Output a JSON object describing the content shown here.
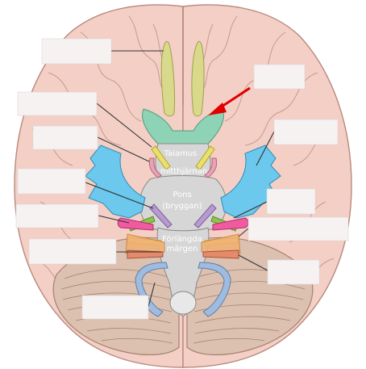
{
  "question_mark": "?",
  "regions": {
    "thalamus": "Talamus",
    "midbrain": "mitthjärnan",
    "pons": "Pons",
    "pons_alt": "(bryggan)",
    "medulla_1": "Förlängda",
    "medulla_2": "märgen"
  },
  "label_boxes": [
    {
      "id": "box-1",
      "text": ""
    },
    {
      "id": "box-2",
      "text": ""
    },
    {
      "id": "box-3",
      "text": ""
    },
    {
      "id": "box-4",
      "text": ""
    },
    {
      "id": "box-5",
      "text": ""
    },
    {
      "id": "box-6",
      "text": ""
    },
    {
      "id": "box-7",
      "text": ""
    },
    {
      "id": "box-8",
      "text": ""
    },
    {
      "id": "box-9",
      "text": ""
    },
    {
      "id": "box-10",
      "text": ""
    },
    {
      "id": "box-11",
      "text": ""
    },
    {
      "id": "box-12",
      "text": ""
    }
  ],
  "colors": {
    "brain": "#f3cfc5",
    "brain_stroke": "#b9897f",
    "olfactory": "#d8d98a",
    "optic": "#8fd3b6",
    "oculomotor": "#e9e06e",
    "trochlear": "#e8a3b6",
    "trigeminal": "#6cc8ec",
    "abducens": "#b79ad0",
    "facial": "#8cc34a",
    "vestibulocochlear": "#f05aa0",
    "glossopharyngeal": "#f7d88a",
    "vagus": "#f0b070",
    "accessory": "#e58a6a",
    "hypoglossal": "#9fbce0",
    "brainstem": "#d6d6d6",
    "cerebellum": "#dcc1b0",
    "arrow": "#e10000"
  }
}
